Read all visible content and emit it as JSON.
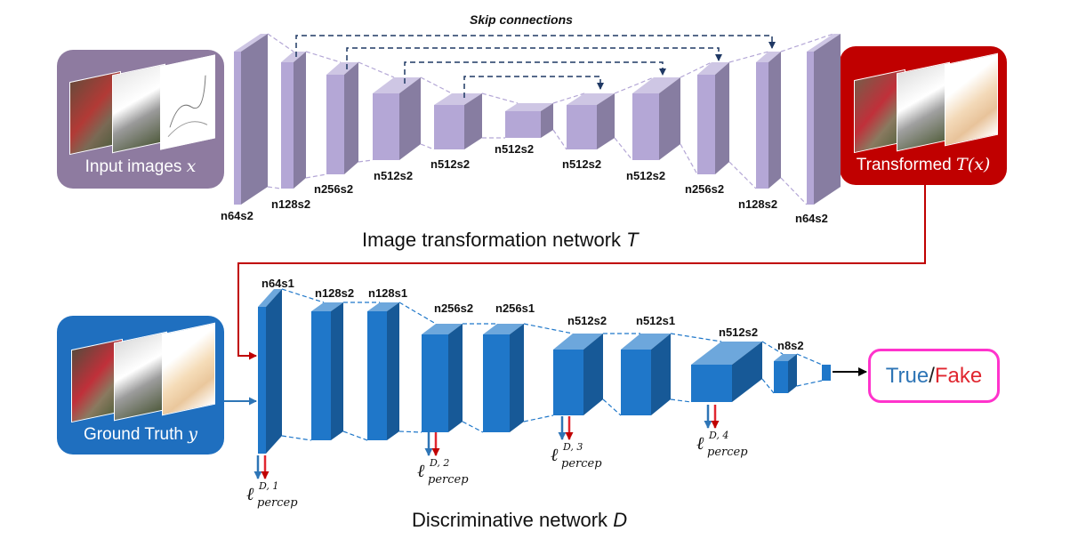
{
  "generator": {
    "title_text": "Image transformation network",
    "title_var": "T",
    "skip_label": "Skip connections",
    "layers": [
      "n64s2",
      "n128s2",
      "n256s2",
      "n512s2",
      "n512s2",
      "n512s2",
      "n512s2",
      "n512s2",
      "n256s2",
      "n128s2",
      "n64s2"
    ]
  },
  "discriminator": {
    "title_text": "Discriminative network",
    "title_var": "D",
    "layers": [
      "n64s1",
      "n128s2",
      "n128s1",
      "n256s2",
      "n256s1",
      "n512s2",
      "n512s1",
      "n512s2",
      "n8s2"
    ],
    "loss_symbol": "ℓ",
    "loss_sub": "percep",
    "loss_supers": [
      "D, 1",
      "D, 2",
      "D, 3",
      "D, 4"
    ]
  },
  "panels": {
    "input": {
      "label_text": "Input images",
      "label_var": "x"
    },
    "transformed": {
      "label_text": "Transformed",
      "label_var": "T(x)"
    },
    "ground_truth": {
      "label_text": "Ground Truth",
      "label_var": "y"
    }
  },
  "output": {
    "true_label": "True",
    "separator": "/",
    "fake_label": "Fake"
  },
  "colors": {
    "generator_block": "#b4a7d6",
    "discriminator_block": "#1f77c9",
    "input_panel": "#8e7ba0",
    "transformed_panel": "#c00000",
    "ground_truth_panel": "#1f6fbf",
    "skip_arrow": "#1f3864",
    "flow_arrow": "#c00000",
    "loss_arrow_blue": "#2e75b6",
    "loss_arrow_red": "#e0262f",
    "output_border": "#ff33cc"
  }
}
